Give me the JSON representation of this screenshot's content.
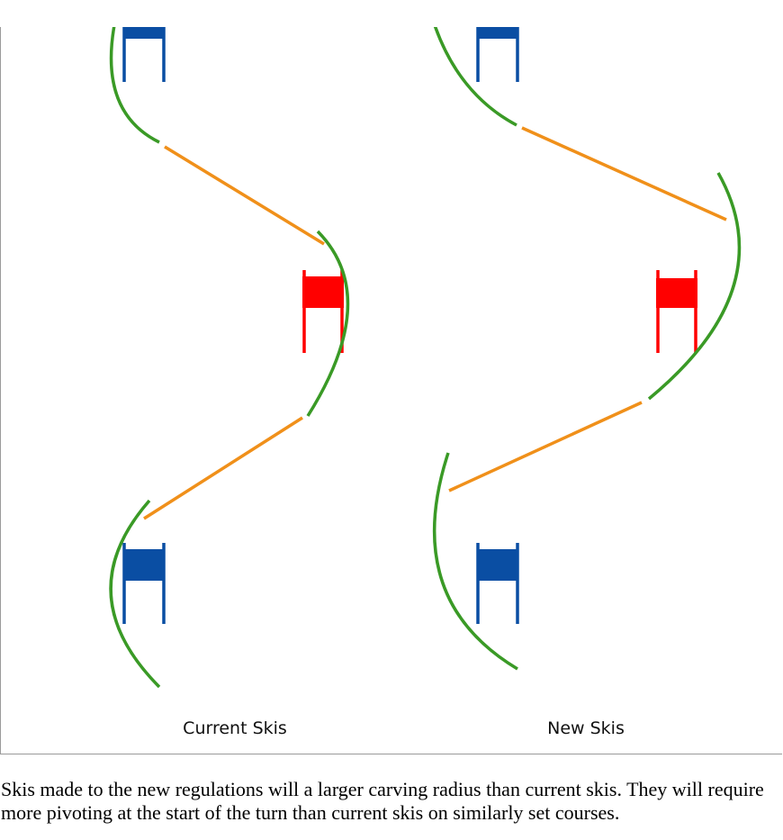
{
  "panels": [
    {
      "label": "Current Skis"
    },
    {
      "label": "New Skis"
    }
  ],
  "caption": "Skis made to the new regulations will a larger carving radius than current skis. They will require more pivoting at the start of the turn than current skis on similarly set courses.",
  "colors": {
    "blue_gate": "#0a4ea3",
    "red_gate": "#ff0000",
    "carve_arc": "#3a9a26",
    "pivot_line": "#f0901a",
    "frame": "#9a9a9a"
  }
}
